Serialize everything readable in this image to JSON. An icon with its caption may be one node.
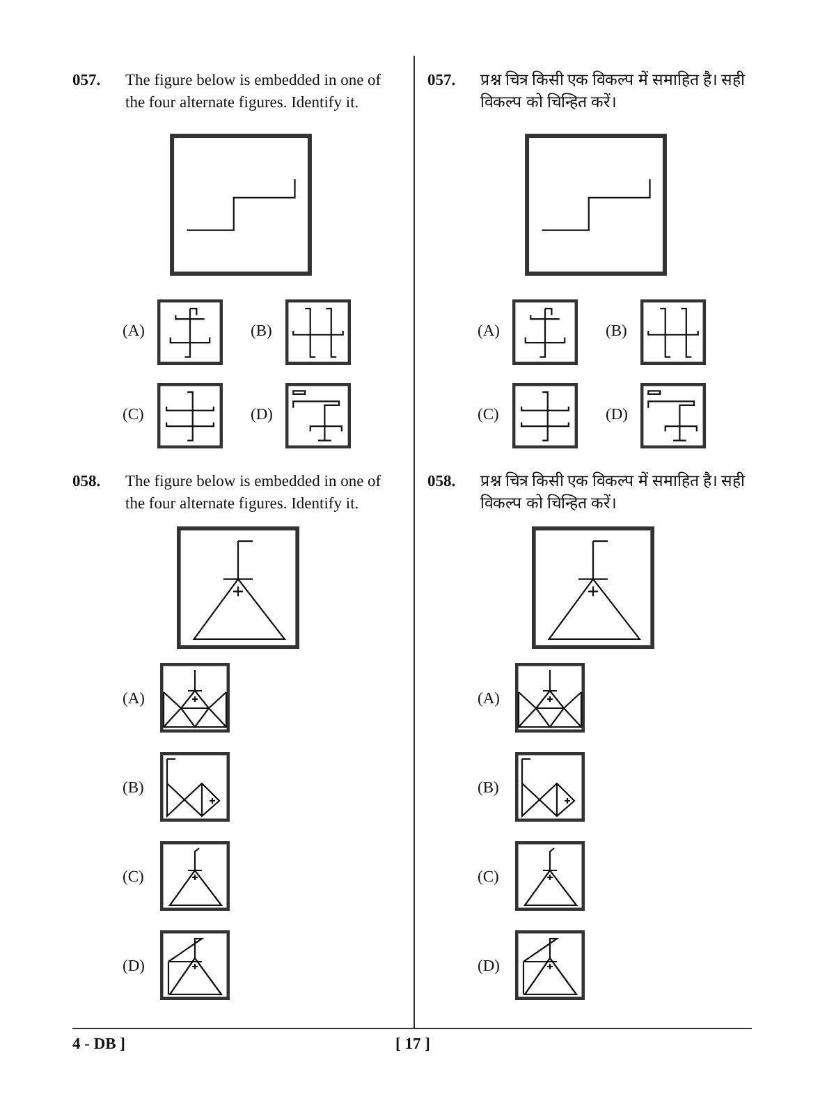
{
  "diagram": {
    "labels": [
      "057.",
      "The figure below is embedded in one of the four alternate figures. Identify it.",
      "(A)",
      "(B)",
      "(C)",
      "(D)",
      "057.",
      "प्रश्न चित्र किसी एक विकल्प में समाहित है। सही विकल्प को चिन्हित करें।",
      "(A)",
      "(B)",
      "(C)",
      "(D)",
      "058.",
      "The figure below is embedded in one of the four alternate figures. Identify it.",
      "(A)",
      "(B)",
      "(C)",
      "(D)",
      "058.",
      "प्रश्न चित्र किसी एक विकल्प में समाहित है। सही विकल्प को चिन्हित करें।",
      "(A)",
      "(B)",
      "(C)",
      "(D)",
      "4 - DB ]",
      "[ 17 ]"
    ]
  }
}
